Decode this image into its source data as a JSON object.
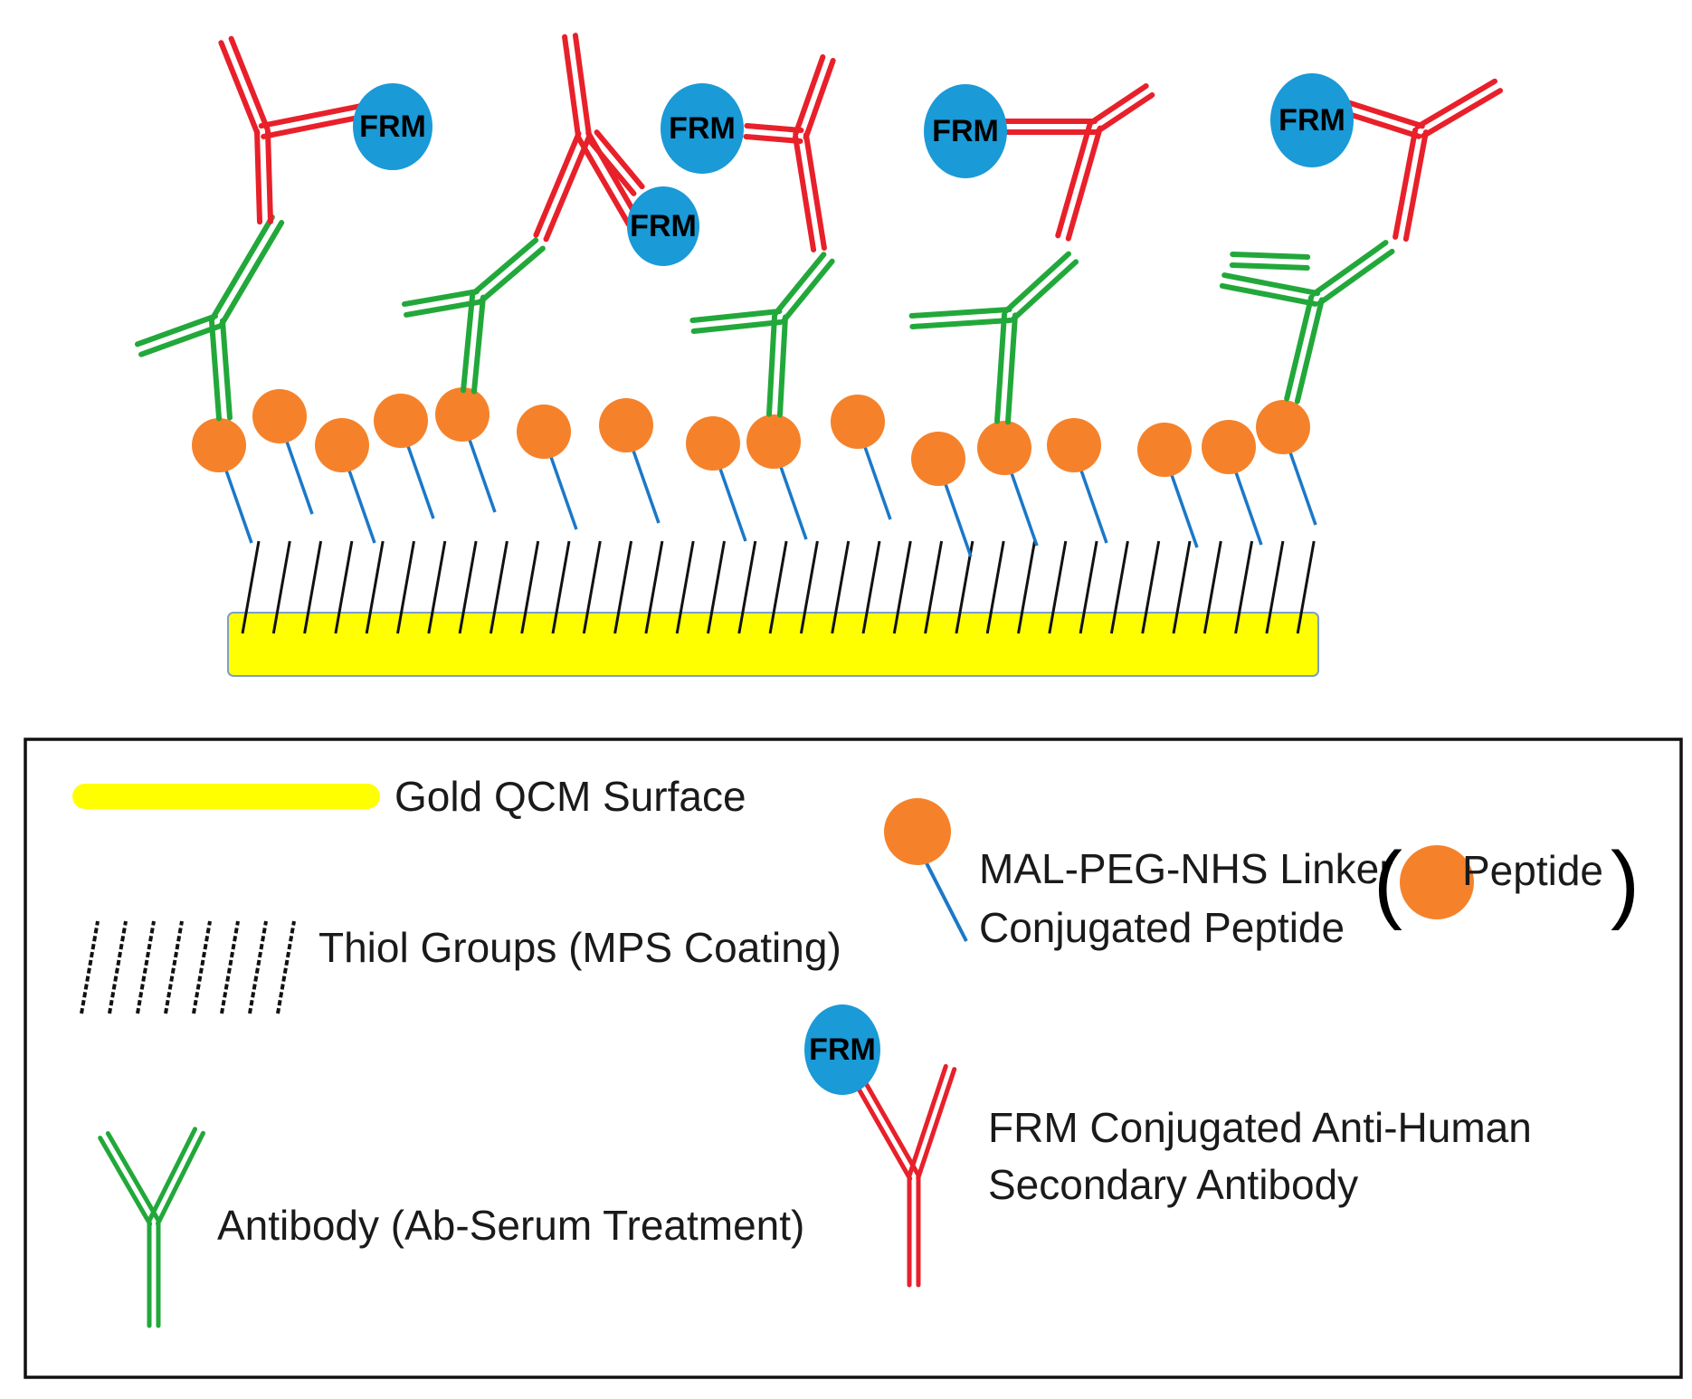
{
  "colors": {
    "gold": "#FFFF00",
    "gold_border": "#7c9fc6",
    "thiol": "#111111",
    "linker": "#1b78c8",
    "peptide": "#F5822A",
    "primary_antibody": "#22A83A",
    "secondary_antibody": "#E8202A",
    "frm": "#1A9AD7"
  },
  "labels": {
    "frm": "FRM"
  },
  "legend": {
    "gold": "Gold QCM Surface",
    "thiol": "Thiol Groups (MPS Coating)",
    "antibody": "Antibody (Ab-Serum Treatment)",
    "linker_line1": "MAL-PEG-NHS Linker",
    "linker_line2": "Conjugated Peptide",
    "paren_open": "(",
    "peptide": "Peptide",
    "paren_close": ")",
    "secondary_line1": "FRM Conjugated Anti-Human",
    "secondary_line2": "Secondary Antibody"
  }
}
